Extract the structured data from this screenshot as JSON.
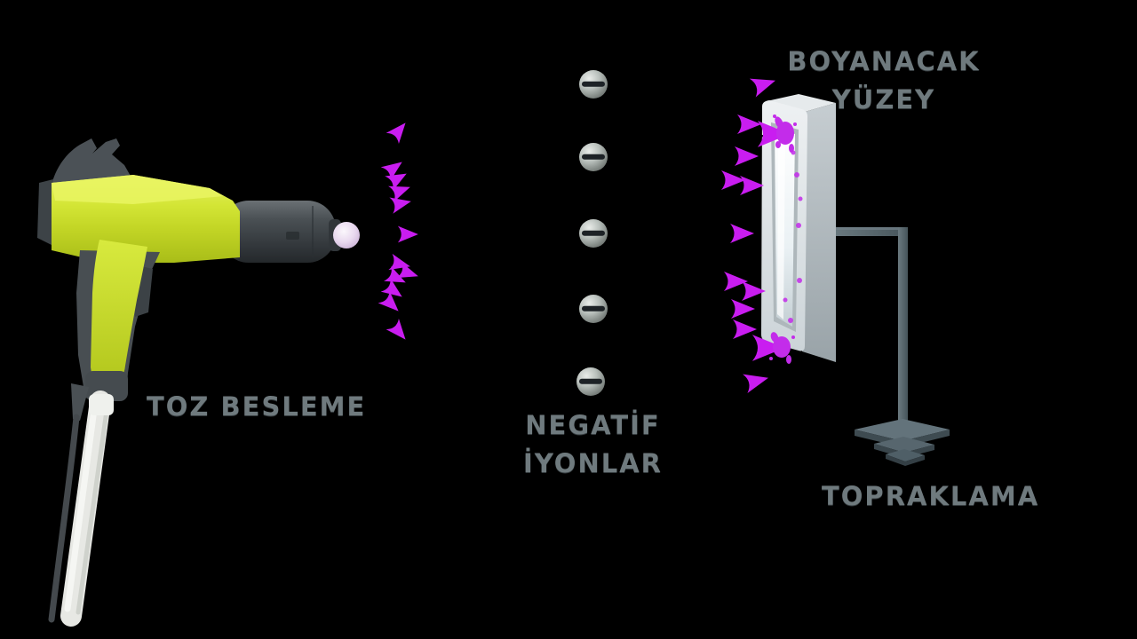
{
  "labels": {
    "powder_feed": "TOZ BESLEME",
    "negative_ions": [
      "NEGATİF",
      "İYONLAR"
    ],
    "paint_surface": [
      "BOYANACAK",
      "YÜZEY"
    ],
    "grounding": "TOPRAKLAMA"
  },
  "figure": {
    "type": "electrostatic-powder-coating-diagram",
    "ion_spheres": 5,
    "field_lines": 13,
    "ion_symbol": "minus"
  },
  "colors": {
    "background": "#000000",
    "label_text": "#6f7a7e",
    "field_line": "#a910d6",
    "field_line_core": "#e44cfa",
    "arrow": "#c91df0",
    "splat": "#c32cea",
    "gun_body_yellow": "#cfe22e",
    "gun_dark_gray": "#474d52",
    "nozzle_tip": "#e8d8ee",
    "panel_gray": "#d6dcdf",
    "panel_inner_white": "#f3f8fa",
    "ion_sphere_gray": "#a9b0ac",
    "ion_minus_bar": "#1d2226",
    "ground_metal": "#526167"
  }
}
